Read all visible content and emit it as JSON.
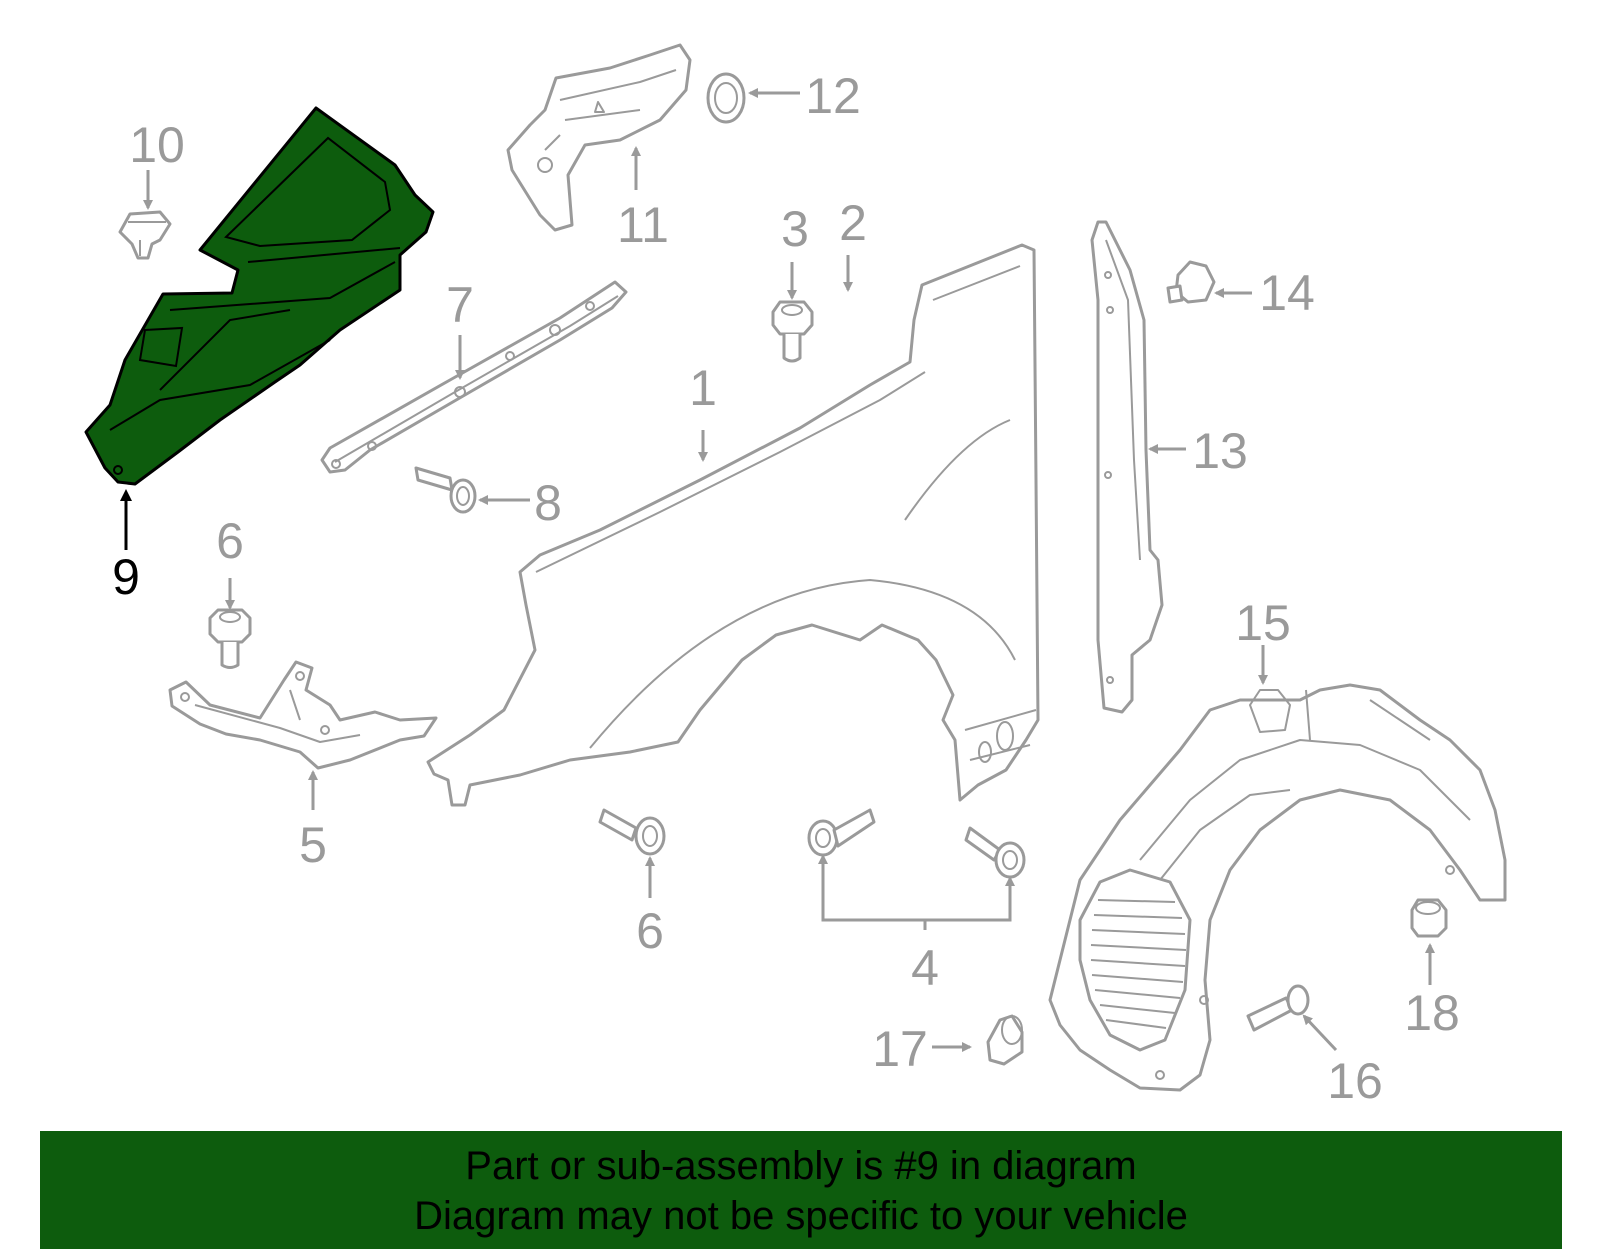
{
  "diagram": {
    "highlight_color": "#0d5c0d",
    "highlight_callout": "9",
    "callouts": [
      {
        "id": "c1",
        "label": "1"
      },
      {
        "id": "c2",
        "label": "2"
      },
      {
        "id": "c3",
        "label": "3"
      },
      {
        "id": "c4",
        "label": "4"
      },
      {
        "id": "c5",
        "label": "5"
      },
      {
        "id": "c6a",
        "label": "6"
      },
      {
        "id": "c6b",
        "label": "6"
      },
      {
        "id": "c7",
        "label": "7"
      },
      {
        "id": "c8",
        "label": "8"
      },
      {
        "id": "c9",
        "label": "9"
      },
      {
        "id": "c10",
        "label": "10"
      },
      {
        "id": "c11",
        "label": "11"
      },
      {
        "id": "c12",
        "label": "12"
      },
      {
        "id": "c13",
        "label": "13"
      },
      {
        "id": "c14",
        "label": "14"
      },
      {
        "id": "c15",
        "label": "15"
      },
      {
        "id": "c16",
        "label": "16"
      },
      {
        "id": "c17",
        "label": "17"
      },
      {
        "id": "c18",
        "label": "18"
      }
    ]
  },
  "banner": {
    "background": "#0d5c0d",
    "line1": "Part or sub-assembly is #9 in diagram",
    "line2": "Diagram may not be specific to your vehicle"
  }
}
